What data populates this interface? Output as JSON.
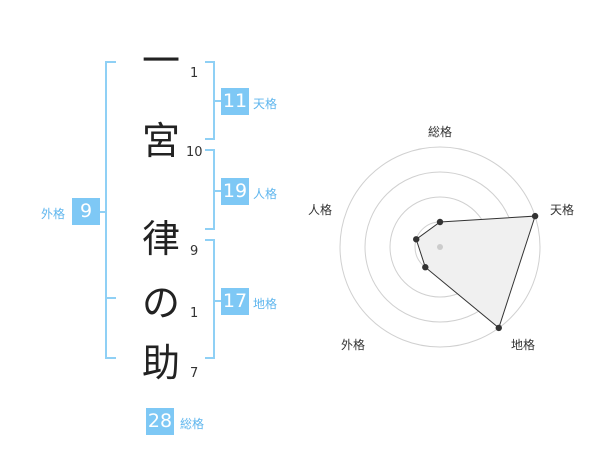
{
  "name": {
    "characters": [
      {
        "char": "一",
        "strokes": "1"
      },
      {
        "char": "宮",
        "strokes": "10"
      },
      {
        "char": "律",
        "strokes": "9"
      },
      {
        "char": "の",
        "strokes": "1"
      },
      {
        "char": "助",
        "strokes": "7"
      }
    ]
  },
  "kakusu": {
    "tenkaku": {
      "value": "11",
      "label": "天格"
    },
    "jinkaku": {
      "value": "19",
      "label": "人格"
    },
    "chikaku": {
      "value": "17",
      "label": "地格"
    },
    "gaikaku": {
      "value": "9",
      "label": "外格"
    },
    "soukaku": {
      "value": "28",
      "label": "総格"
    }
  },
  "chart_data": {
    "type": "radar",
    "axes": [
      "総格",
      "天格",
      "地格",
      "外格",
      "人格"
    ],
    "rings": 4,
    "values": [
      1,
      4,
      4,
      1,
      1
    ],
    "max": 4
  },
  "colors": {
    "accent": "#7ec8f5",
    "accent_text": "#5fb6ee",
    "polygon_fill": "#f0f0f0",
    "polygon_stroke": "#333333"
  }
}
